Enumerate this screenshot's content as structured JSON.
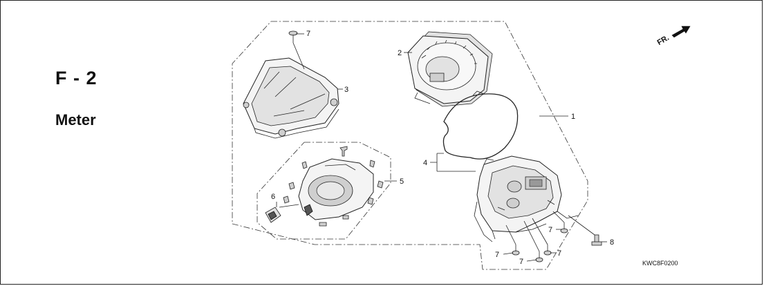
{
  "section": {
    "code": "F - 2",
    "name": "Meter"
  },
  "drawing_code": "KWC8F0200",
  "front_indicator": {
    "label": "FR.",
    "icon": "front-direction-arrow-icon"
  },
  "callouts": {
    "c1": "1",
    "c2": "2",
    "c3": "3",
    "c4": "4",
    "c5": "5",
    "c6": "6",
    "c7a": "7",
    "c7b": "7",
    "c7c": "7",
    "c7d": "7",
    "c7e": "7",
    "c8": "8"
  }
}
